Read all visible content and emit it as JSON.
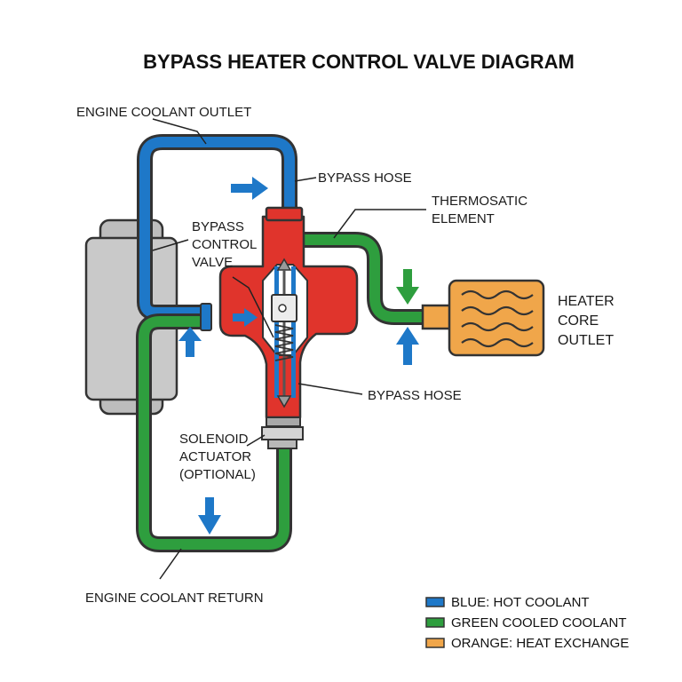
{
  "title": "BYPASS HEATER CONTROL VALVE DIAGRAM",
  "labels": {
    "engine_coolant_outlet": "ENGINE COOLANT OUTLET",
    "bypass_hose_top": "BYPASS HOSE",
    "thermostatic_element_1": "THERMOSATIC",
    "thermostatic_element_2": "ELEMENT",
    "bypass_control_valve_1": "BYPASS",
    "bypass_control_valve_2": "CONTROL",
    "bypass_control_valve_3": "VALVE",
    "heater_core_outlet_1": "HEATER",
    "heater_core_outlet_2": "CORE",
    "heater_core_outlet_3": "OUTLET",
    "bypass_hose_bottom": "BYPASS HOSE",
    "solenoid_1": "SOLENOID",
    "solenoid_2": "ACTUATOR",
    "solenoid_3": "(OPTIONAL)",
    "engine_coolant_return": "ENGINE COOLANT RETURN"
  },
  "legend": [
    {
      "text": "BLUE: HOT COOLANT",
      "color": "#1e78c8"
    },
    {
      "text": "GREEN COOLED COOLANT",
      "color": "#2e9e3e"
    },
    {
      "text": "ORANGE: HEAT EXCHANGE",
      "color": "#f0a64a"
    }
  ],
  "colors": {
    "hot": "#1e78c8",
    "cool": "#2e9e3e",
    "valve": "#e0342c",
    "heater": "#f0a64a",
    "engine": "#c8c8c8"
  }
}
